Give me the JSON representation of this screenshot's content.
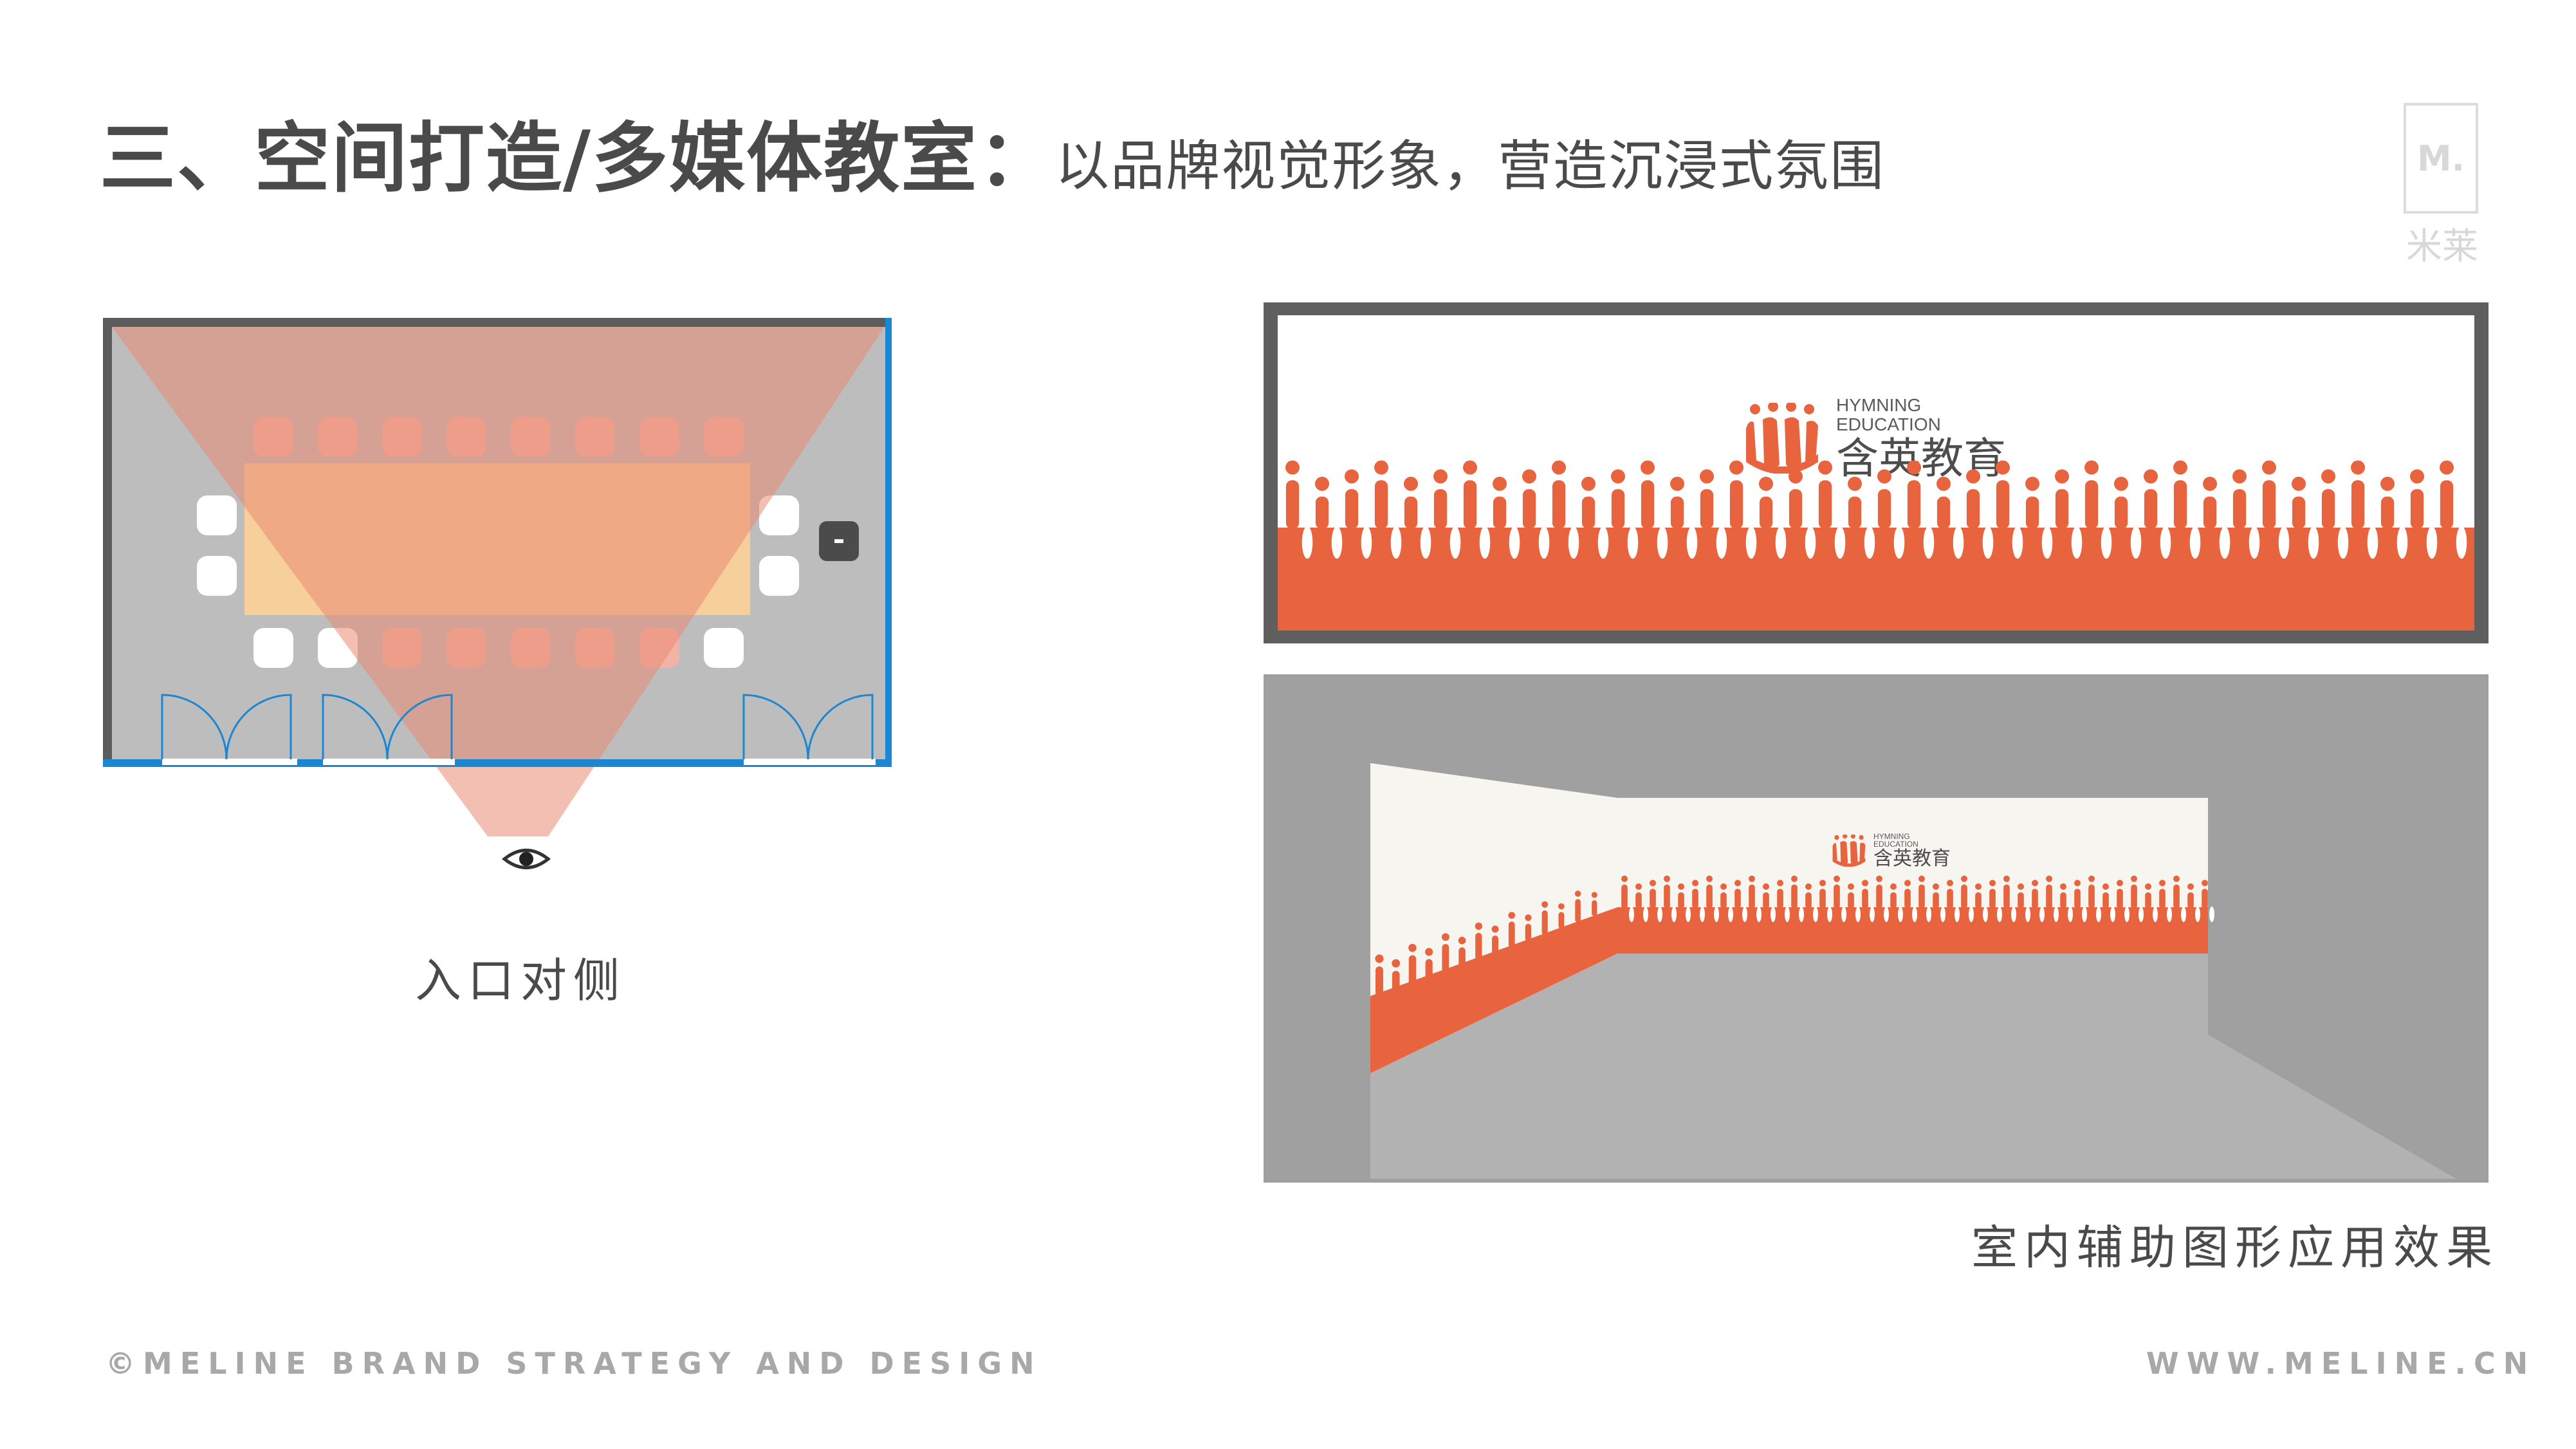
{
  "title": {
    "main": "三、空间打造/多媒体教室：",
    "sub": "以品牌视觉形象，营造沉浸式氛围"
  },
  "brand_mark": {
    "letters": "M.",
    "cn": "米莱"
  },
  "floorplan": {
    "caption": "入口对侧",
    "icons": [
      "screen-icon",
      "eye-icon",
      "door-icon"
    ]
  },
  "renders": {
    "caption": "室内辅助图形应用效果",
    "logo": {
      "en_line1": "HYMNING",
      "en_line2": "EDUCATION",
      "cn": "含英教育"
    }
  },
  "footer": {
    "left": "©MELINE BRAND STRATEGY AND DESIGN",
    "right": "WWW.MELINE.CN"
  },
  "colors": {
    "brand_orange": "#e8643f",
    "title_gray": "#4a4a4a",
    "wall_blue": "#1b86d1",
    "wall_dark": "#5c5c5c",
    "room_gray": "#bdbdbd"
  }
}
